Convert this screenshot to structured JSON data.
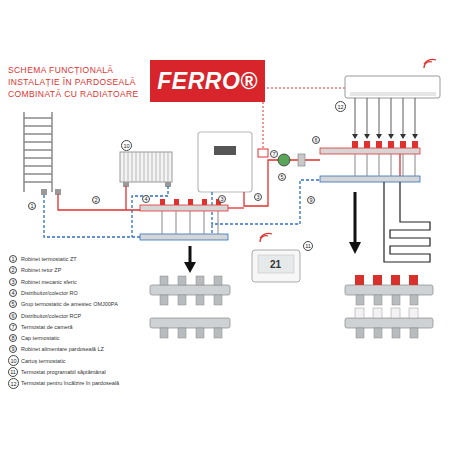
{
  "diagram": {
    "title": "SCHEMA FUNCȚIONALĂ INSTALAȚIE ÎN PARDOSEALĂ COMBINATĂ CU RADIATOARE",
    "nodes": [
      {
        "text": [
          "FERRO®"
        ]
      }
    ],
    "labels": [
      "1",
      "2",
      "10",
      "7",
      "4",
      "3",
      "3",
      "5",
      "6",
      "12",
      "11",
      "21",
      "9",
      "1",
      "2",
      "3",
      "4",
      "5",
      "6",
      "7",
      "8",
      "9",
      "10",
      "11",
      "12"
    ],
    "legend": [
      {
        "text": "Robinet termostatic ZT"
      },
      {
        "text": "Robinet retur ZP"
      },
      {
        "text": "Robinet mecanic sferic"
      },
      {
        "text": "Distribuitor/colector RO"
      },
      {
        "text": "Grup termostatic de amestec OMJ00PA"
      },
      {
        "text": "Distribuitor/colector RCP"
      },
      {
        "text": "Termostat de cameră"
      },
      {
        "text": "Cap termostatic"
      },
      {
        "text": "Robinet alimentare pardoseală LZ"
      },
      {
        "text": "Cartuș termostatic"
      },
      {
        "text": "Termostat programabil săptămânal"
      },
      {
        "text": "Termostat pentru încălzire în pardoseală"
      }
    ]
  }
}
